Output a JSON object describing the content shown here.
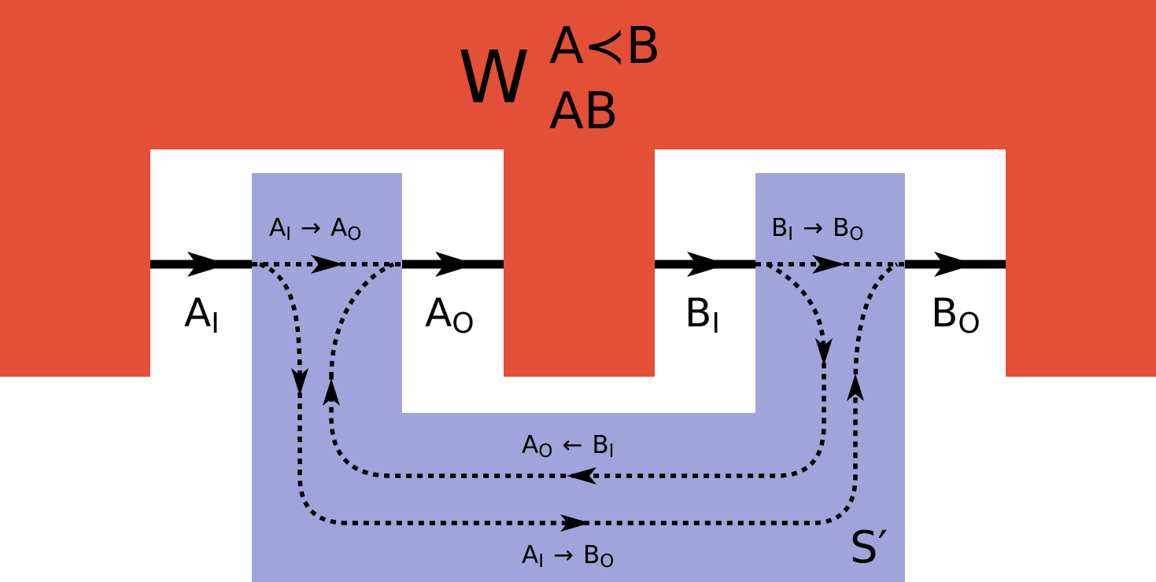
{
  "colors": {
    "process_red": "#E44F37",
    "supermap_blue": "#A0A4DA",
    "wire": "#000000",
    "background": "#FFFFFF"
  },
  "process": {
    "symbol": "W",
    "subscript": "AB",
    "superscript": "A≺B"
  },
  "ports": {
    "a_in": {
      "letter": "A",
      "sub": "I"
    },
    "a_out": {
      "letter": "A",
      "sub": "O"
    },
    "b_in": {
      "letter": "B",
      "sub": "I"
    },
    "b_out": {
      "letter": "B",
      "sub": "O"
    }
  },
  "flows": {
    "ai_to_ao": {
      "from": "A",
      "from_sub": "I",
      "arrow": "→",
      "to": "A",
      "to_sub": "O"
    },
    "bi_to_bo": {
      "from": "B",
      "from_sub": "I",
      "arrow": "→",
      "to": "B",
      "to_sub": "O"
    },
    "ao_from_bi": {
      "from": "A",
      "from_sub": "O",
      "arrow": "←",
      "to": "B",
      "to_sub": "I"
    },
    "ai_to_bo": {
      "from": "A",
      "from_sub": "I",
      "arrow": "→",
      "to": "B",
      "to_sub": "O"
    }
  },
  "supermap_label": "S′"
}
